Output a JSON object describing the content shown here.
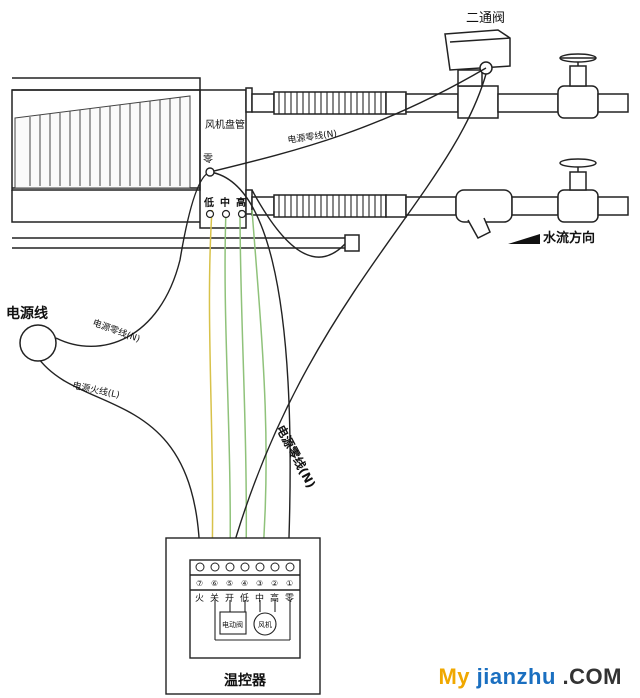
{
  "diagram": {
    "valve_title": "二通阀",
    "fan_coil_box": "风机盘管",
    "zero_terminal": "零",
    "speed_low": "低",
    "speed_mid": "中",
    "speed_high": "高",
    "flow_direction": "水流方向",
    "power_source": "电源线",
    "neutral_top": "电源零线(N)",
    "neutral_left": "电源零线(N)",
    "live_left": "电源火线(L)",
    "neutral_center": "电源零线(N)",
    "thermostat": "温控器",
    "terminal_numbers": [
      "⑦",
      "⑥",
      "⑤",
      "④",
      "③",
      "②",
      "①"
    ],
    "terminal_labels": [
      "火",
      "关",
      "开",
      "低",
      "中",
      "高",
      "零"
    ],
    "valve_unit": "电动阀",
    "fan_unit": "风机"
  },
  "watermark": {
    "part1": "My ",
    "part2": "jianzhu",
    "part3": " .COM"
  },
  "colors": {
    "wire_yellow": "#d8c24a",
    "wire_green": "#8fc27a",
    "line": "#222222",
    "brand_orange": "#f0a800",
    "brand_blue": "#1a6fc0"
  }
}
